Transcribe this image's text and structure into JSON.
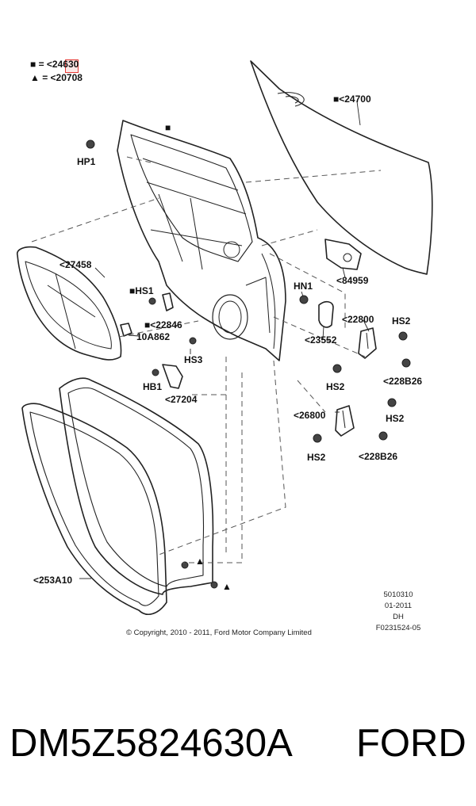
{
  "legend": {
    "square_item": "■ = <24630",
    "triangle_item": "▲ = <20708"
  },
  "labels": {
    "outer_panel": "■<24700",
    "frame_marker": "■",
    "hp1": "HP1",
    "trim_panel": "<27458",
    "hs1": "■HS1",
    "p22846": "■<22846",
    "p10a862": "10A862",
    "hs3": "HS3",
    "hb1": "HB1",
    "p27204": "<27204",
    "hn1": "HN1",
    "p84959": "<84959",
    "p23552": "<23552",
    "p22800": "<22800",
    "hs2_a": "HS2",
    "hs2_b": "HS2",
    "p228b26_a": "<228B26",
    "p26800": "<26800",
    "hs2_c": "HS2",
    "hs2_d": "HS2",
    "p228b26_b": "<228B26",
    "seal": "<253A10",
    "tri_a": "▲",
    "tri_b": "▲"
  },
  "meta": {
    "code1": "5010310",
    "date": "01-2011",
    "dh": "DH",
    "fig": "F0231524-05"
  },
  "copyright": "© Copyright, 2010 - 2011, Ford Motor Company Limited",
  "footer": {
    "part_number": "DM5Z5824630A",
    "brand": "FORD"
  }
}
